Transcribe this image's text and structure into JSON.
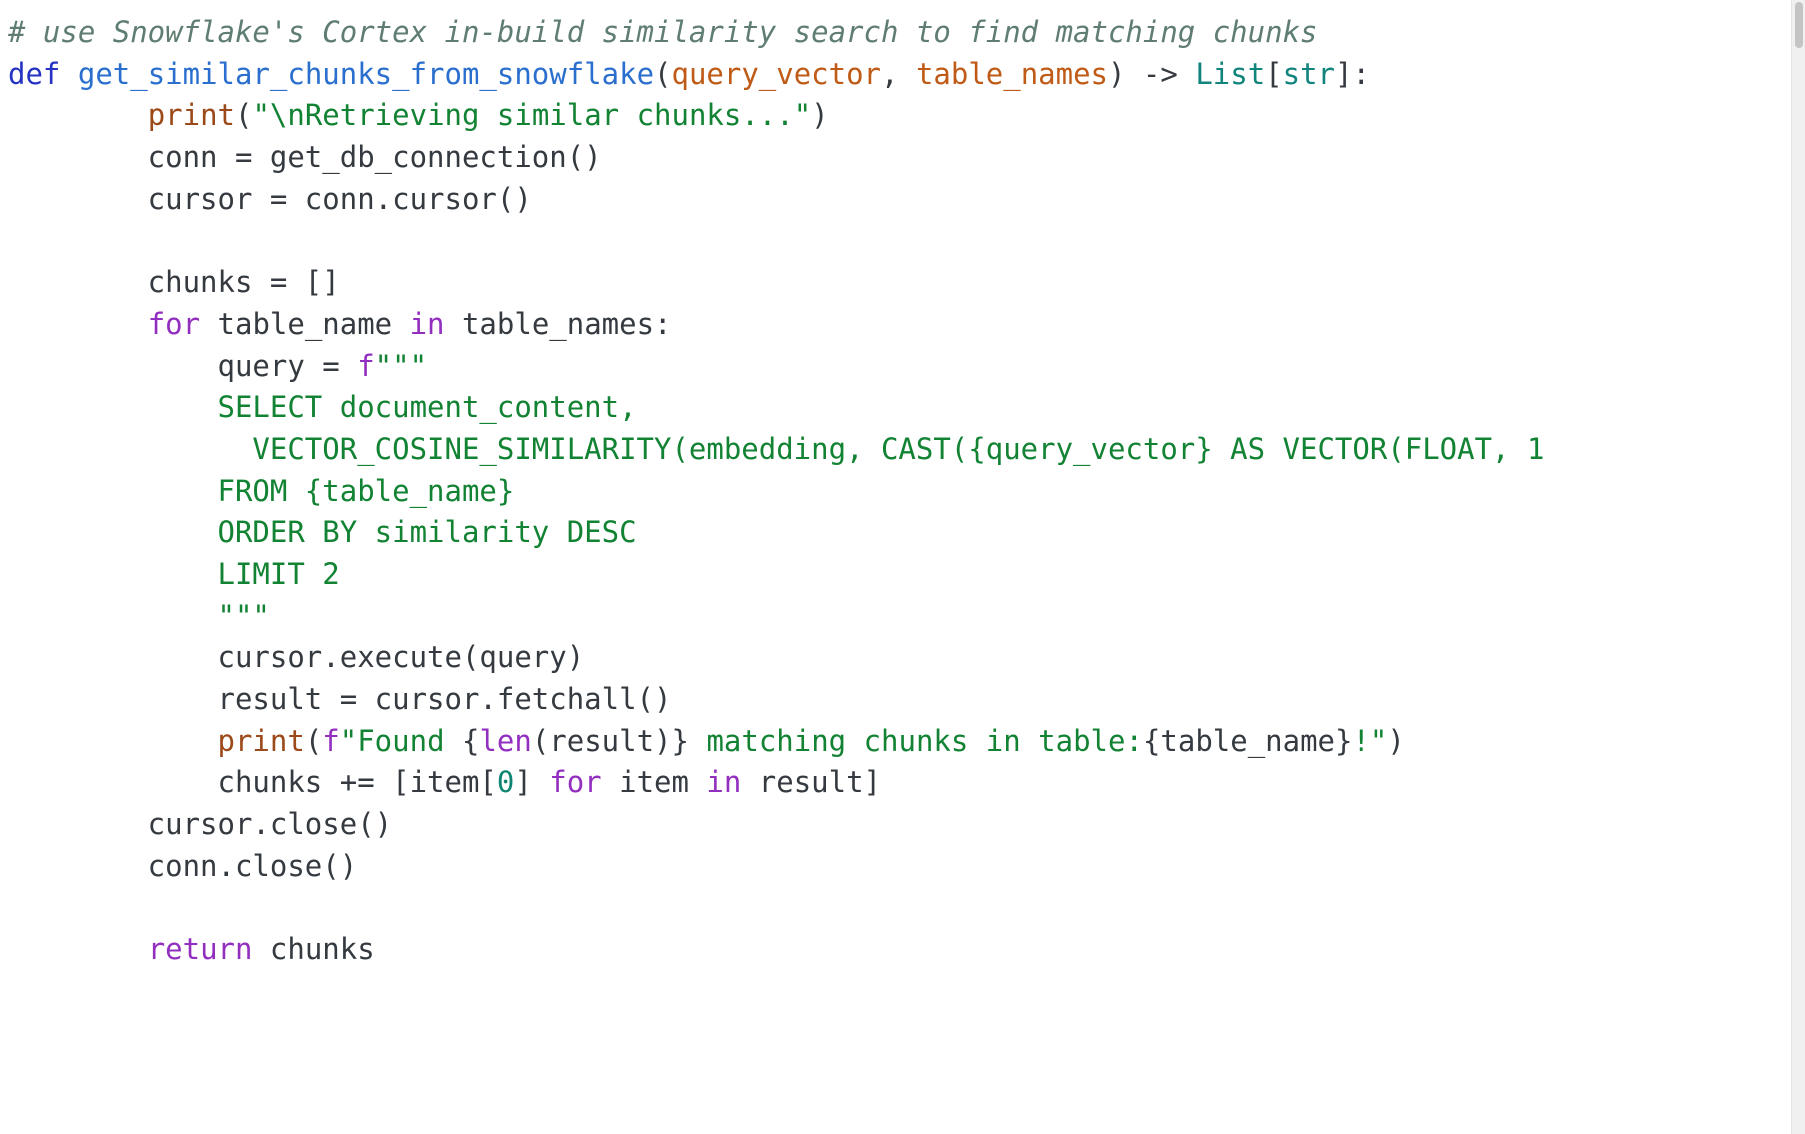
{
  "page": {
    "background": "#ffffff"
  },
  "colors": {
    "plain": "#343a40",
    "comment": "#5f7d71",
    "kw": "#2533c2",
    "ctrl": "#922fbf",
    "func": "#2a6fce",
    "param": "#bf5b16",
    "type": "#11857d",
    "builtin": "#9c4a1a",
    "str": "#128233",
    "num": "#0e8573",
    "scrollbar_track": "#f0f0f0",
    "scrollbar_thumb": "#c4c4c4"
  },
  "code_block": {
    "language": "python",
    "lines": [
      [
        [
          "comment",
          "# use Snowflake's Cortex in-build similarity search to find matching chunks"
        ]
      ],
      [
        [
          "kw",
          "def"
        ],
        [
          "plain",
          " "
        ],
        [
          "func",
          "get_similar_chunks_from_snowflake"
        ],
        [
          "plain",
          "("
        ],
        [
          "param",
          "query_vector"
        ],
        [
          "plain",
          ", "
        ],
        [
          "param",
          "table_names"
        ],
        [
          "plain",
          ") -> "
        ],
        [
          "type",
          "List"
        ],
        [
          "plain",
          "["
        ],
        [
          "type",
          "str"
        ],
        [
          "plain",
          "]:"
        ]
      ],
      [
        [
          "plain",
          "        "
        ],
        [
          "builtin",
          "print"
        ],
        [
          "plain",
          "("
        ],
        [
          "str",
          "\"\\nRetrieving similar chunks...\""
        ],
        [
          "plain",
          ")"
        ]
      ],
      [
        [
          "plain",
          "        conn = get_db_connection()"
        ]
      ],
      [
        [
          "plain",
          "        cursor = conn.cursor()"
        ]
      ],
      [],
      [
        [
          "plain",
          "        chunks = []"
        ]
      ],
      [
        [
          "plain",
          "        "
        ],
        [
          "ctrl",
          "for"
        ],
        [
          "plain",
          " table_name "
        ],
        [
          "ctrl",
          "in"
        ],
        [
          "plain",
          " table_names:"
        ]
      ],
      [
        [
          "plain",
          "            query = "
        ],
        [
          "ctrl",
          "f"
        ],
        [
          "str",
          "\"\"\""
        ]
      ],
      [
        [
          "str",
          "            SELECT document_content,"
        ]
      ],
      [
        [
          "str",
          "              VECTOR_COSINE_SIMILARITY(embedding, CAST({query_vector} AS VECTOR(FLOAT, 1"
        ]
      ],
      [
        [
          "str",
          "            FROM {table_name}"
        ]
      ],
      [
        [
          "str",
          "            ORDER BY similarity DESC"
        ]
      ],
      [
        [
          "str",
          "            LIMIT 2"
        ]
      ],
      [
        [
          "str",
          "            \"\"\""
        ]
      ],
      [
        [
          "plain",
          "            cursor.execute(query)"
        ]
      ],
      [
        [
          "plain",
          "            result = cursor.fetchall()"
        ]
      ],
      [
        [
          "plain",
          "            "
        ],
        [
          "builtin",
          "print"
        ],
        [
          "plain",
          "("
        ],
        [
          "ctrl",
          "f"
        ],
        [
          "str",
          "\"Found "
        ],
        [
          "plain",
          "{"
        ],
        [
          "ctrl",
          "len"
        ],
        [
          "plain",
          "(result)}"
        ],
        [
          "str",
          " matching chunks in table:"
        ],
        [
          "plain",
          "{table_name}"
        ],
        [
          "str",
          "!\""
        ],
        [
          "plain",
          ")"
        ]
      ],
      [
        [
          "plain",
          "            chunks += [item["
        ],
        [
          "num",
          "0"
        ],
        [
          "plain",
          "] "
        ],
        [
          "ctrl",
          "for"
        ],
        [
          "plain",
          " item "
        ],
        [
          "ctrl",
          "in"
        ],
        [
          "plain",
          " result]"
        ]
      ],
      [
        [
          "plain",
          "        cursor.close()"
        ]
      ],
      [
        [
          "plain",
          "        conn.close()"
        ]
      ],
      [],
      [
        [
          "plain",
          "        "
        ],
        [
          "ctrl",
          "return"
        ],
        [
          "plain",
          " chunks"
        ]
      ]
    ]
  }
}
